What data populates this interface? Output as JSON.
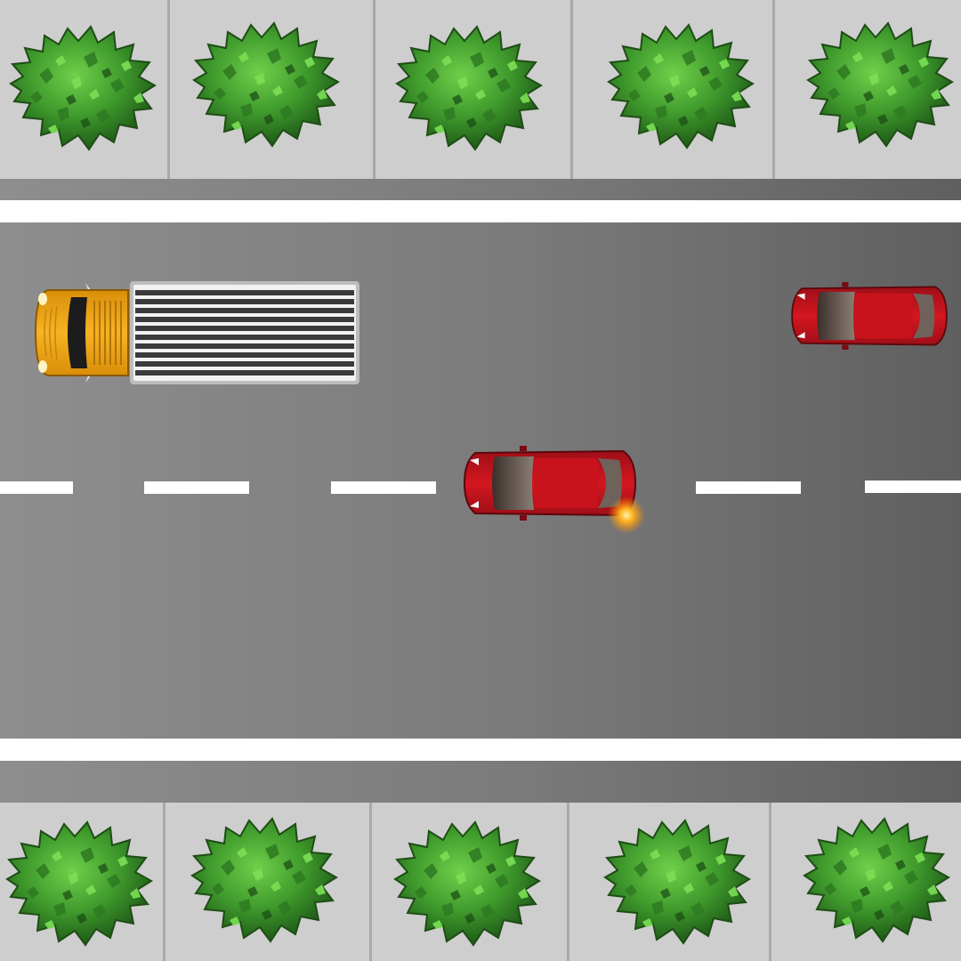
{
  "scene": {
    "type": "top-down road traffic scene",
    "colors": {
      "sidewalk": "#cecece",
      "road_light": "#8e8e8e",
      "road_dark": "#5f5f5f",
      "lane_marking": "#ffffff",
      "bush_green": "#3f8f2b",
      "truck_cab": "#f2a915",
      "truck_cargo": "#e8e8e8",
      "car_red": "#c4141f",
      "indicator_glow": "#ffb21f"
    },
    "top_sidewalk": {
      "bush_count": 5,
      "icon": "bush-icon"
    },
    "bottom_sidewalk": {
      "bush_count": 5,
      "icon": "bush-icon"
    },
    "lane_markings": {
      "edge_lines": "solid",
      "center_line": "dashed"
    },
    "vehicles": [
      {
        "name": "yellow-truck",
        "icon": "truck-icon",
        "color": "yellow",
        "facing": "left",
        "lane": "upper"
      },
      {
        "name": "red-car-upper",
        "icon": "car-icon",
        "color": "red",
        "facing": "left",
        "lane": "upper"
      },
      {
        "name": "red-car-center",
        "icon": "car-icon",
        "color": "red",
        "facing": "left",
        "lane": "center line",
        "rear_right_indicator": "on"
      }
    ]
  }
}
